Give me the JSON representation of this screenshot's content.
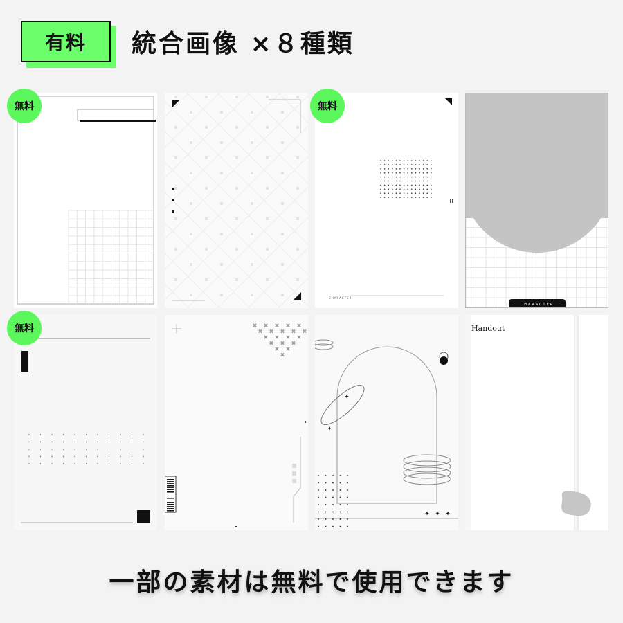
{
  "header": {
    "badge_label": "有料",
    "headline": "統合画像 ×８種類",
    "accent_color": "#6cff6c"
  },
  "cards": [
    {
      "free_label": "無料"
    },
    {
      "free_label": ""
    },
    {
      "free_label": "無料",
      "caption": "CHARACTER"
    },
    {
      "free_label": "",
      "caption": "CHARACTER"
    },
    {
      "free_label": "無料"
    },
    {
      "free_label": ""
    },
    {
      "free_label": ""
    },
    {
      "free_label": "",
      "title": "Handout"
    }
  ],
  "footer": {
    "text": "一部の素材は無料で使用できます"
  }
}
